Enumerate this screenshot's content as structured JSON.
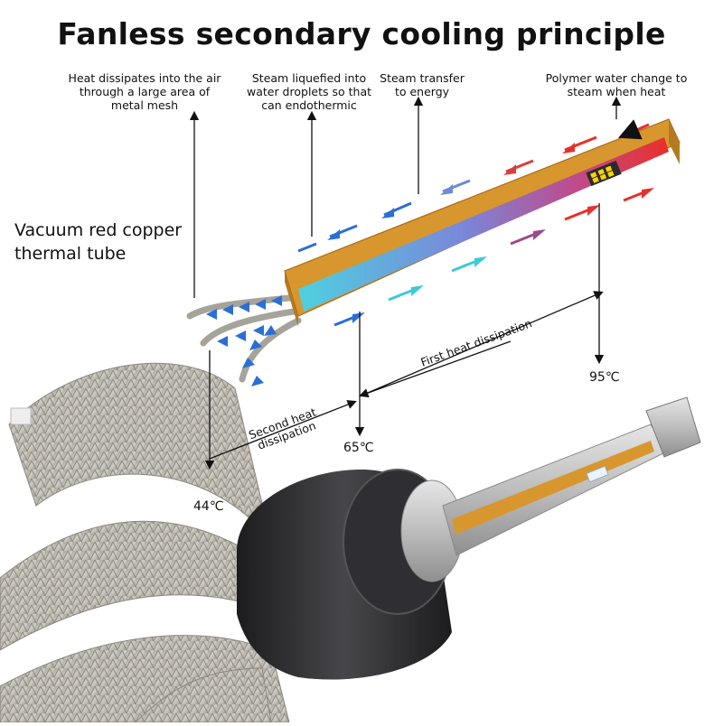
{
  "title": "Fanless secondary cooling principle",
  "labels": {
    "heat_air": "Heat dissipates into the air through a large area of metal mesh",
    "steam_liquefied": "Steam liquefied into water droplets so that can endothermic",
    "steam_transfer": "Steam transfer to energy",
    "polymer_water": "Polymer water change to steam when heat",
    "tube_name": "Vacuum red copper thermal tube",
    "first_heat": "First heat dissipation",
    "second_heat": "Second heat dissipation"
  },
  "temperatures": {
    "t95": "95℃",
    "t65": "65℃",
    "t44": "44℃"
  },
  "colors": {
    "copper": "#d8962e",
    "hot": "#e8302a",
    "cool": "#2a6fd6",
    "cyan": "#3ec9d6",
    "braid": "#b9b6ad",
    "bulb_base": "#2b2b2e",
    "metal": "#c9c9c9"
  }
}
